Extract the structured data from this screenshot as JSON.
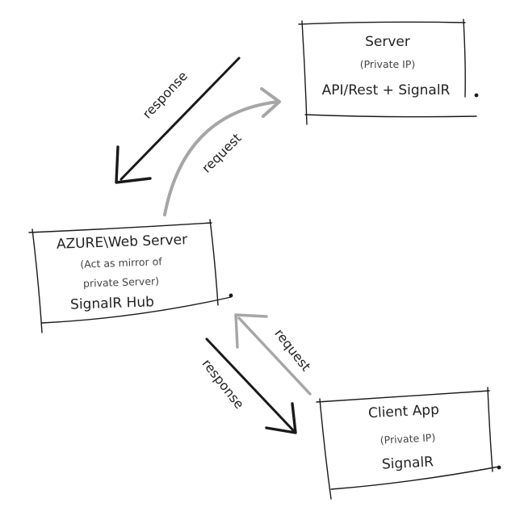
{
  "nodes": {
    "server": {
      "title": "Server",
      "subtitle": "(Private IP)",
      "detail": "API/Rest + SignalR"
    },
    "azure": {
      "title": "AZURE\\Web Server",
      "subtitle1": "(Act as mirror of",
      "subtitle2": "private Server)",
      "detail": "SignalR Hub"
    },
    "client": {
      "title": "Client App",
      "subtitle": "(Private IP)",
      "detail": "SignalR"
    }
  },
  "edges": {
    "server_to_azure": "response",
    "azure_to_server": "request",
    "client_to_azure": "request",
    "azure_to_client": "response"
  },
  "colors": {
    "ink": "#1a1a1a",
    "request_arrow": "#a6a6a6"
  }
}
